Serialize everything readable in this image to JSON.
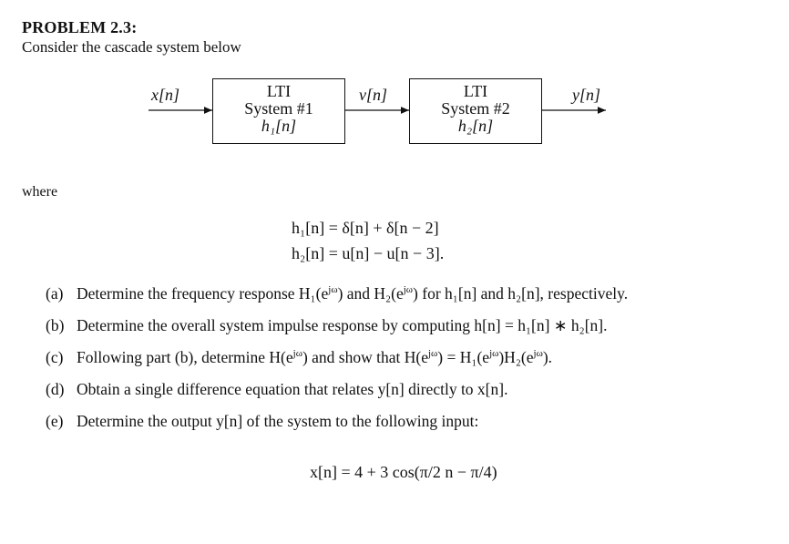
{
  "problem": {
    "title": "PROBLEM 2.3:",
    "intro": "Consider the cascade system below",
    "where": "where"
  },
  "diagram": {
    "input_signal": "x[n]",
    "mid_signal": "v[n]",
    "output_signal": "y[n]",
    "block1": {
      "line1": "LTI",
      "line2": "System #1",
      "line3": "h₁[n]"
    },
    "block2": {
      "line1": "LTI",
      "line2": "System #2",
      "line3": "h₂[n]"
    }
  },
  "equations": {
    "h1": "h₁[n] = δ[n] + δ[n − 2]",
    "h2": "h₂[n] = u[n] − u[n − 3]."
  },
  "parts": [
    {
      "label": "(a)",
      "text": "Determine the frequency response H₁(e^{jω}) and H₂(e^{jω}) for h₁[n] and h₂[n], respectively."
    },
    {
      "label": "(b)",
      "text": "Determine the overall system impulse response by computing h[n] = h₁[n] ∗ h₂[n]."
    },
    {
      "label": "(c)",
      "text": "Following part (b), determine H(e^{jω}) and show that H(e^{jω}) = H₁(e^{jω})H₂(e^{jω})."
    },
    {
      "label": "(d)",
      "text": "Obtain a single difference equation that relates y[n] directly to x[n]."
    },
    {
      "label": "(e)",
      "text": "Determine the output y[n] of the system to the following input:"
    }
  ],
  "input_equation": "x[n] = 4 + 3 cos(π/2 n − π/4)"
}
